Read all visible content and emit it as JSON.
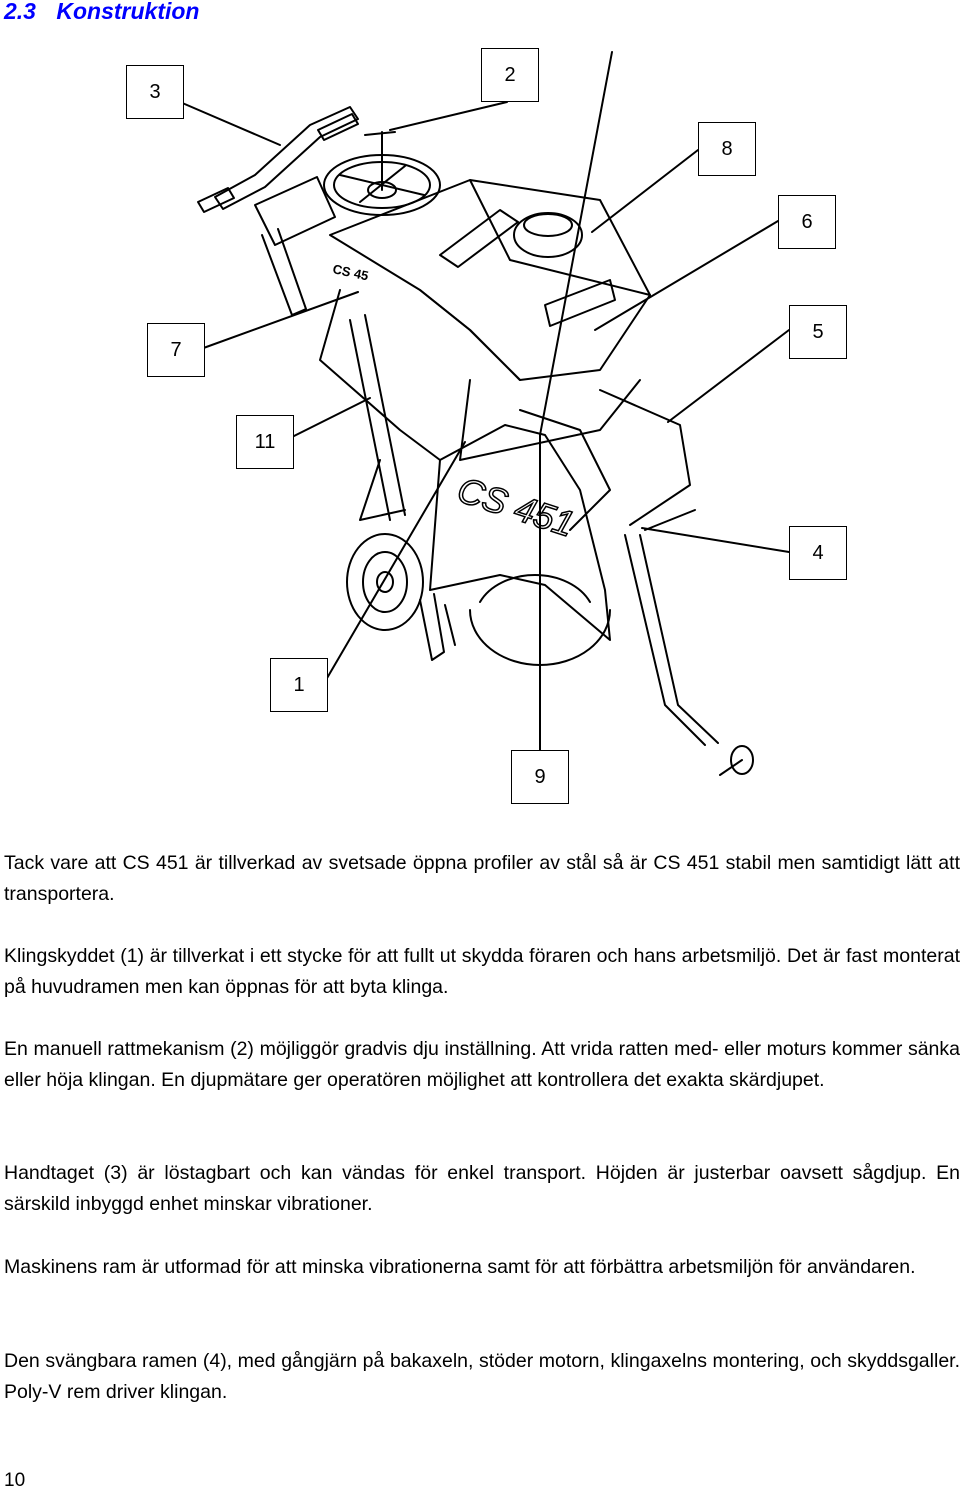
{
  "section": {
    "number": "2.3",
    "title": "Konstruktion"
  },
  "figure": {
    "callouts": [
      {
        "id": "3",
        "label": "3"
      },
      {
        "id": "2",
        "label": "2"
      },
      {
        "id": "8",
        "label": "8"
      },
      {
        "id": "6",
        "label": "6"
      },
      {
        "id": "7",
        "label": "7"
      },
      {
        "id": "5",
        "label": "5"
      },
      {
        "id": "11",
        "label": "11"
      },
      {
        "id": "4",
        "label": "4"
      },
      {
        "id": "1",
        "label": "1"
      },
      {
        "id": "9",
        "label": "9"
      }
    ],
    "guard_text": "CS 451",
    "frame_text": "CS 45"
  },
  "paragraphs": [
    "Tack vare att CS 451 är tillverkad av svetsade öppna profiler av stål så är CS 451 stabil men samtidigt lätt att transportera.",
    "Klingskyddet (1) är tillverkat i ett stycke för att fullt ut skydda föraren och hans arbetsmiljö. Det är fast monterat på huvudramen men kan öppnas för att byta klinga.",
    "En manuell rattmekanism (2) möjliggör gradvis dju inställning. Att vrida ratten med- eller moturs kommer sänka eller höja klingan. En djupmätare ger operatören möjlighet att kontrollera det exakta skärdjupet.",
    "Handtaget (3) är löstagbart och kan vändas för enkel transport. Höjden är justerbar oavsett sågdjup. En särskild inbyggd enhet minskar vibrationer.",
    "Maskinens ram är utformad för att minska vibrationerna samt för att förbättra arbetsmiljön för användaren.",
    "Den svängbara ramen (4), med gångjärn på bakaxeln, stöder motorn, klingaxelns montering, och skyddsgaller. Poly-V rem driver klingan."
  ],
  "page_number": "10"
}
